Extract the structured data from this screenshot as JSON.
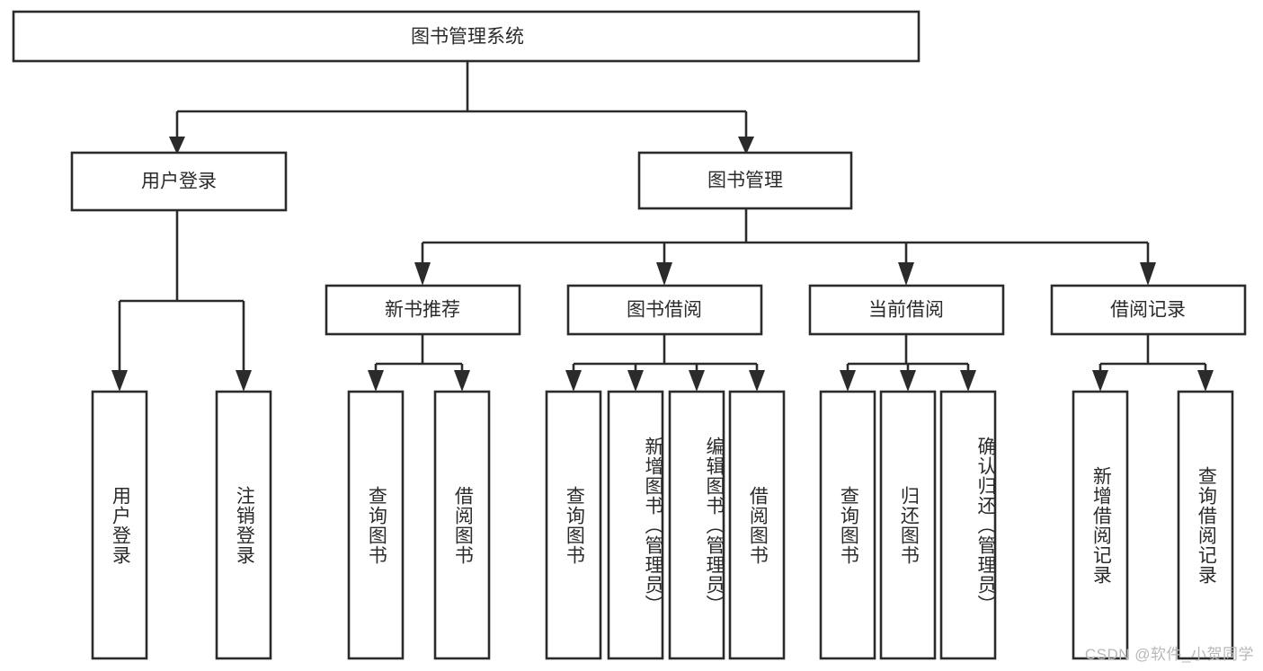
{
  "diagram": {
    "type": "hierarchy-tree",
    "title": "图书管理系统",
    "root": {
      "id": "root",
      "label": "图书管理系统",
      "orientation": "horizontal"
    },
    "level2": [
      {
        "id": "user-login",
        "label": "用户登录",
        "orientation": "horizontal"
      },
      {
        "id": "book-manage",
        "label": "图书管理",
        "orientation": "horizontal"
      }
    ],
    "level3": [
      {
        "id": "new-book-recommend",
        "label": "新书推荐",
        "orientation": "horizontal",
        "parent": "book-manage"
      },
      {
        "id": "book-borrow",
        "label": "图书借阅",
        "orientation": "horizontal",
        "parent": "book-manage"
      },
      {
        "id": "current-borrow",
        "label": "当前借阅",
        "orientation": "horizontal",
        "parent": "book-manage"
      },
      {
        "id": "borrow-record",
        "label": "借阅记录",
        "orientation": "horizontal",
        "parent": "book-manage"
      }
    ],
    "leaves": [
      {
        "id": "leaf-user-login",
        "label": "用户登录",
        "parent": "user-login",
        "orientation": "vertical"
      },
      {
        "id": "leaf-user-logout",
        "label": "注销登录",
        "parent": "user-login",
        "orientation": "vertical"
      },
      {
        "id": "leaf-query-book-1",
        "label": "查询图书",
        "parent": "new-book-recommend",
        "orientation": "vertical"
      },
      {
        "id": "leaf-borrow-book-1",
        "label": "借阅图书",
        "parent": "new-book-recommend",
        "orientation": "vertical"
      },
      {
        "id": "leaf-query-book-2",
        "label": "查询图书",
        "parent": "book-borrow",
        "orientation": "vertical"
      },
      {
        "id": "leaf-add-book",
        "label": "新增图书（管理员）",
        "parent": "book-borrow",
        "orientation": "vertical"
      },
      {
        "id": "leaf-edit-book",
        "label": "编辑图书（管理员）",
        "parent": "book-borrow",
        "orientation": "vertical"
      },
      {
        "id": "leaf-borrow-book-2",
        "label": "借阅图书",
        "parent": "book-borrow",
        "orientation": "vertical"
      },
      {
        "id": "leaf-query-book-3",
        "label": "查询图书",
        "parent": "current-borrow",
        "orientation": "vertical"
      },
      {
        "id": "leaf-return-book",
        "label": "归还图书",
        "parent": "current-borrow",
        "orientation": "vertical"
      },
      {
        "id": "leaf-confirm-return",
        "label": "确认归还（管理员）",
        "parent": "current-borrow",
        "orientation": "vertical"
      },
      {
        "id": "leaf-add-record",
        "label": "新增借阅记录",
        "parent": "borrow-record",
        "orientation": "vertical"
      },
      {
        "id": "leaf-query-record",
        "label": "查询借阅记录",
        "parent": "borrow-record",
        "orientation": "vertical"
      }
    ],
    "colors": {
      "stroke": "#2b2b2b",
      "fill": "#ffffff",
      "text": "#2b2b2b",
      "watermark": "#b8b8b8"
    }
  },
  "watermark": {
    "text": "CSDN @软件_小贺同学"
  }
}
